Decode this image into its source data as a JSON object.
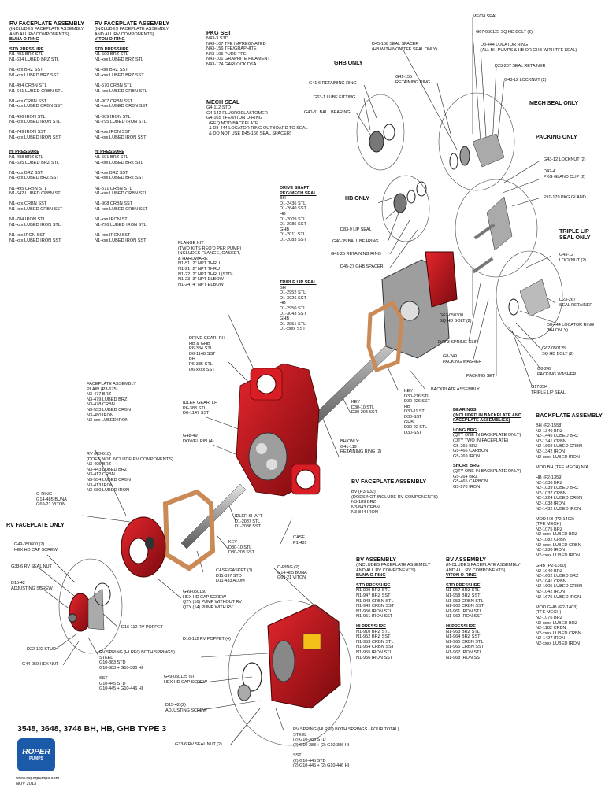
{
  "top_left": {
    "col1": {
      "title": "RV FACEPLATE ASSEMBLY",
      "sub1": "(INCLUDES FACEPLATE ASSEMBLY",
      "sub2": "AND ALL RV COMPONENTS)",
      "sub3": "BUNA O-RING",
      "std_head": "STD PRESSURE",
      "std": [
        "N1-481 BRZ STL",
        "N1-634 LUBED BRZ STL",
        "",
        "N1-xxx BRZ SST",
        "N1-xxx LUBED BRZ SST",
        "",
        "N1-494 CRBN STL",
        "N1-641 LUBED CRBN STL",
        "",
        "N1-xxx CRBN SST",
        "N1-xxx LUBED CRBN SST",
        "",
        "N1-496 IRON STL",
        "N1-xxx LUBED IRON STL",
        "",
        "N1-749 IRON SST",
        "N1-xxx LUBED IRON SST"
      ],
      "hi_head": "HI PRESSURE",
      "hi": [
        "N1-488 BRZ STL",
        "N1-635 LUBED BRZ STL",
        "",
        "N1-xxx BRZ SST",
        "N1-xxx LUBED BRZ SST",
        "",
        "N1-495 CRBN STL",
        "N1-642 LUBED CRBN STL",
        "",
        "N1-xxx CRBN SST",
        "N1-xxx LUBED CRBN SST",
        "",
        "N1-784 IRON STL",
        "N1-xxx LUBED IRON STL",
        "",
        "N1-xxx IRON SST",
        "N1-xxx LUBED IRON SST"
      ]
    },
    "col2": {
      "title": "RV FACEPLATE ASSEMBLY",
      "sub1": "(INCLUDES FACEPLATE ASSEMBLY",
      "sub2": "AND ALL RV COMPONENTS)",
      "sub3": "VITON O-RING",
      "std_head": "STD PRESSURE",
      "std": [
        "N1-500 BRZ STL",
        "N1-xxx LUBED BRZ STL",
        "",
        "N1-xxx BRZ SST",
        "N1-xxx LUBED BRZ SST",
        "",
        "N1-570 CRBN STL",
        "N1-xxx LUBED CRBN STL",
        "",
        "N1-907 CRBN SST",
        "N1-xxx LUBED CRBN SST",
        "",
        "N1-609 IRON STL",
        "N1-795 LUBED IRON STL",
        "",
        "N1-xxx IRON SST",
        "N1-xxx LUBED IRON SST"
      ],
      "hi_head": "HI PRESSURE",
      "hi": [
        "N1-501 BRZ STL",
        "N1-xxx LUBED BRZ STL",
        "",
        "N1-xxx BRZ SST",
        "N1-xxx LUBED BRZ SST",
        "",
        "N1-571 CRBN STL",
        "N1-xxx LUBED CRBN STL",
        "",
        "N1-908 CRBN SST",
        "N1-xxx LUBED CRBN SST",
        "",
        "N1-xxx IRON STL",
        "N1-796 LUBED IRON STL",
        "",
        "N1-xxx IRON SST",
        "N1-xxx LUBED IRON SST"
      ]
    }
  },
  "pkg_set": {
    "title": "PKG SET",
    "lines": [
      "N43-3 STD",
      "N43-107 TFE IMPREGNATED",
      "N43-156 TFE/GRAPHITE",
      "N43-105 PURE TFE",
      "N43-101 GRAPHITE FILAMENT",
      "N43-174 GARLOCK DSA"
    ]
  },
  "mech_seal_list": {
    "title": "MECH SEAL",
    "lines": [
      "G4-112 STD",
      "G4-142 FLUOROELASTOMER",
      "G4-165 TFE/VITON O-RING",
      "  (REQ MOD BACKPLATE",
      "  & D8-444 LOCATOR RING OUTBOARD TO SEAL",
      "  & DO NOT USE D45-166 SEAL SPACER)"
    ]
  },
  "drive_shaft": {
    "title": "DRIVE SHAFT",
    "sub": "PKG/MECH SEAL",
    "lines": [
      "BH",
      "D1-2436 STL",
      "D1-2640 SST",
      "HB",
      "D1-2009 STL",
      "D1-2085 SST",
      "GHB",
      "D1-2011 STL",
      "D1-2083 SST"
    ]
  },
  "triple_lip": {
    "title": "TRIPLE LIP SEAL",
    "lines": [
      "BH",
      "D1-2952 STL",
      "D1-3026 SST",
      "HB",
      "D1-2950 STL",
      "D1-3043 SST",
      "GHB",
      "D1-2951 STL",
      "D1-xxxx SST"
    ]
  },
  "flange_kit": {
    "lines": [
      "FLANGE KIT",
      "(TWO KITS REQ'D PER PUMP)",
      "INCLUDES FLANGE, GASKET,",
      "& HARDWARE",
      "N1-51  2\" NPT THRU",
      "N1-21  2\" NPT THRU",
      "N1-22  2\" NPT THRU (STD)",
      "N1-23  3\" NPT ELBOW",
      "N1-24  4\" NPT ELBOW"
    ]
  },
  "drive_gear": {
    "lines": [
      "DRIVE GEAR, RH",
      "HB & GHB",
      "P6-384 STL",
      "D6-1148 SST",
      "BH",
      "P6-385 STL",
      "D6-xxxx SST"
    ]
  },
  "idler_gear": {
    "lines": [
      "IDLER GEAR, LH",
      "P6-383 STL",
      "D6-1147 SST"
    ]
  },
  "dowel": {
    "lines": [
      "G48-49",
      "DOWEL PIN (4)"
    ]
  },
  "faceplate_plain": {
    "lines": [
      "FACEPLATE ASSEMBLY",
      "PLAIN (P3-675)",
      "N3-477 BRZ",
      "N3-479 LUBED BRZ",
      "N3-478 CRBN",
      "N3-553 LUBED CRBN",
      "N3-480 IRON",
      "N3-xxx LUBED IRON"
    ]
  },
  "rv_p3": {
    "lines": [
      "RV (P3-618)",
      "(DOES NOT INCLUDE RV COMPONENTS)",
      "N3-405 BRZ",
      "N3-443 LUBED BRZ",
      "N3-412 CRBN",
      "N3-554 LUBED CRBN",
      "N3-413 IRON",
      "N3-680 LUBED IRON"
    ]
  },
  "oring": {
    "lines": [
      "O-RING",
      "G14-485 BUNA",
      "G69-21 VITON"
    ]
  },
  "rv_faceplate_only": "RV FACEPLATE ONLY",
  "small_labels": {
    "g49_hex": "G49-050600 (2)\nHEX HD CAP SCREW",
    "g33_nut": "G33-6 RV SEAL NUT",
    "d15_screw": "D15-42\nADJUSTING SCREW",
    "d22_stud": "D22-122 STUD",
    "g44_nut": "G44-050 HEX NUT",
    "d16_poppet": "D16-112 RV POPPET",
    "rv_spring1": "RV SPRING (HI REQ BOTH SPRINGS)\nSTEEL\nG10-383 STD\nG10-383 + G10-386 HI\n\nSST\nG10-445 STD\nG10-445 + G10-446 HI",
    "case_gasket": "CASE GASKET (1)\nD11-397 STD\nD11-433 ALUM",
    "g49_cap": "G49-050150\nHEX HD CAP SCREW\nQTY (16) PUMP WITHOUT RV\nQTY (14) PUMP WITH RV",
    "d16_poppet2": "D16-112 RV POPPET (4)",
    "idler_shaft": "IDLER SHAFT\nD1-2087 STL\nD1-2088 SST",
    "key1": "KEY\nD30-10 STL\nD30-203 SST",
    "case": "CASE\nP1-481",
    "oring2": "O-RING (2)\nG14-485 BUNA\nG69-21 VITON",
    "g49_cap2": "G49-050125 (6)\nHEX HD CAP SCREW",
    "d15_2": "D15-42 (2)\nADJUSTING SCREW",
    "g33_2": "G33-6 RV SEAL NUT (2)",
    "rv_spring2": "RV SPRING (HI REQ BOTH SPRINGS - FOUR TOTAL)\nSTEEL\n(2) G10-383 STD\n(2) G10-383 + (2) G10-386 HI\n\nSST\n(2) G10-445 STD\n(2) G10-445 + (2) G10-446 HI",
    "key2": "KEY\nD30-10 STL\nD30-203 SST",
    "key3": "KEY\nD30-216 STL\nD30-226 SST\nHB\nD30-11 STL\nD30-SST\nGHB\nD30-22 STL\nD30-SST",
    "bh_only": "BH ONLY:\nG41-119\nRETAINING RING (2)",
    "backplate_asm_label": "BACKPLATE ASSEMBLY",
    "d8_lip": "D83-9 LIP SEAL",
    "g40_35": "G40-35 BALL BEARING",
    "g41_25": "G41-25 RETAINING RING",
    "d45_27": "D45-27 GHB SPACER",
    "hb_only": "HB ONLY",
    "ghb_only": "GHB ONLY",
    "g41_6": "G41-6 RETAINING RING",
    "g63_1": "G63-1 LUBE FITTING",
    "g40_31": "G40-31 BALL BEARING",
    "d45_166": "D45-166 SEAL SPACER\n(HB WITH NON-TFE SEAL ONLY)",
    "g41_155": "G41-155\nRETAINING RING",
    "mech_seal_top": "MECH SEAL",
    "g67_050125": "G67-050125 SQ HD BOLT (2)",
    "d8_444": "D8-444 LOCATOR RING\n(ALL BH PUMPS & HB OR GHB WITH TFE SEAL)",
    "d23_267": "D23-267 SEAL RETAINER",
    "g43_12a": "G43-12 LOCKNUT (2)",
    "mech_seal_only": "MECH SEAL ONLY",
    "packing_only": "PACKING ONLY",
    "g43_12b": "G43-12 LOCKNUT (2)",
    "d42_4": "D42-4\nPKG GLAND CLIP (2)",
    "p10_179": "P10-179 PKG GLAND",
    "triple_lip_only": "TRIPLE LIP\nSEAL ONLY",
    "g43_12c": "G43-12\nLOCKNUT (2)",
    "d23_267b": "D23-267\nSEAL RETAINER",
    "d8_444b": "D8-444 LOCATOR RING\n(BH ONLY)",
    "g67_050125b": "G67-050125\nSQ HD BOLT (2)",
    "g8_249b": "G8-249\nPACKING WASHER",
    "g17_234": "G17-234\nTRIPLE LIP SEAL",
    "g67_050300": "G67-050300\nSQ HD BOLT (2)",
    "d42_3": "D42-3 SPRING CLIP",
    "g8_249": "G8-249\nPACKING WASHER",
    "packing_set": "PACKING SET"
  },
  "bv_faceplate": {
    "title": "BV FACEPLATE ASSEMBLY",
    "lines": [
      "BV (P3-932)",
      "(DOES NOT INCLUDE RV COMPONENTS)",
      "N3-189 BRZ",
      "N3-843 CRBN",
      "N3-844 IRON"
    ]
  },
  "bv_asm1": {
    "title": "BV ASSEMBLY",
    "lines": [
      "(INCLUDES FACEPLATE ASSEMBLY",
      "AND ALL RV COMPONENTS)"
    ],
    "oring": "BUNA O-RING",
    "std_head": "STD PRESSURE",
    "std": [
      "N1-909 BRZ STL",
      "N1-947 BRZ SST",
      "N1-948 CRBN STL",
      "N1-949 CRBN SST",
      "N1-950 IRON STL",
      "N1-951 IRON SST"
    ],
    "hi_head": "HI PRESSURE",
    "hi": [
      "N1-910 BRZ STL",
      "N1-952 BRZ SST",
      "N1-953 CRBN STL",
      "N1-954 CRBN SST",
      "N1-955 IRON STL",
      "N1-956 IRON SST"
    ]
  },
  "bv_asm2": {
    "title": "BV ASSEMBLY",
    "lines": [
      "(INCLUDES FACEPLATE ASSEMBLY",
      "AND ALL RV COMPONENTS)"
    ],
    "oring": "VITON O-RING",
    "std_head": "STD PRESSURE",
    "std": [
      "N1-957 BRZ STL",
      "N1-958 BRZ SST",
      "N1-959 CRBN STL",
      "N1-960 CRBN SST",
      "N1-961 IRON STL",
      "N1-962 IRON SST"
    ],
    "hi_head": "HI PRESSURE",
    "hi": [
      "N1-963 BRZ STL",
      "N1-964 BRZ SST",
      "N1-965 CRBN STL",
      "N1-966 CRBN SST",
      "N1-967 IRON STL",
      "N1-968 IRON SST"
    ]
  },
  "bearings": {
    "title": "BEARINGS:",
    "sub": "(INCLUDED IN BACKPLATE AND FACEPLATE ASSEMBLIES)",
    "long_head": "LONG BRG",
    "long_lines": [
      "(QTY ONE IN BACKPLATE ONLY)",
      "(QTY TWO IN FACEPLATE)",
      "G5-265 BRZ",
      "G5-466 CARBON",
      "G5-269 IRON"
    ],
    "short_head": "SHORT BRG",
    "short_lines": [
      "(QTY ONE IN BACKPLATE ONLY)",
      "G5-264 BRZ",
      "G5-465 CARBON",
      "G5-270 IRON"
    ]
  },
  "backplate": {
    "title": "BACKPLATE ASSEMBLY",
    "lines": [
      "BH (P2-1558)",
      "N2-1340 BRZ",
      "N2-1445 LUBED BRZ",
      "N2-1341 CRBN",
      "N2-1669 LUBED CRBN",
      "N2-1342 IRON",
      "N2-xxxx LUBED IRON",
      "",
      "MOD BH (TFE MECH) N/A",
      "",
      "HB (P2-1359)",
      "N2-1036 BRZ",
      "N2-1039 LUBED BRZ",
      "N2-1037 CRBN",
      "N2-1224 LUBED CRBN",
      "N2-1038 IRON",
      "N2-1432 LUBED IRON",
      "",
      "MOD HB (P2-1402)",
      "(TFE MECH)",
      "N2-1075 BRZ",
      "N2-xxxx LUBED BRZ",
      "N2-1082 CRBN",
      "N2-xxxx LUBED CRBN",
      "N2-1230 IRON",
      "N2-xxxx LUBED IRON",
      "",
      "GHB (P2-1360)",
      "N2-1040 BRZ",
      "N2-1602 LUBED BRZ",
      "N2-1041 CRBN",
      "N2-1605 LUBED CRBN",
      "N2-1042 IRON",
      "N2-1675 LUBED IRON",
      "",
      "MOD GHB (P2-1403)",
      "(TFE MECH)",
      "N2-1076 BRZ",
      "N2-xxxx LUBED BRZ",
      "N2-1182 CRBN",
      "N2-xxxx LUBED CRBN",
      "N2-1427 IRON",
      "N2-xxxx LUBED IRON"
    ]
  },
  "footer": {
    "title": "3548, 3648, 3748 BH, HB, GHB TYPE 3",
    "logo": "ROPER",
    "logo_sub": "PUMPS",
    "web": "www.roperpumps.com",
    "date": "NOV 2013"
  },
  "colors": {
    "pump_red": "#c8141b",
    "pump_dark": "#7a0a0e",
    "gasket": "#c98a55",
    "shaft": "#b9b9b9"
  }
}
